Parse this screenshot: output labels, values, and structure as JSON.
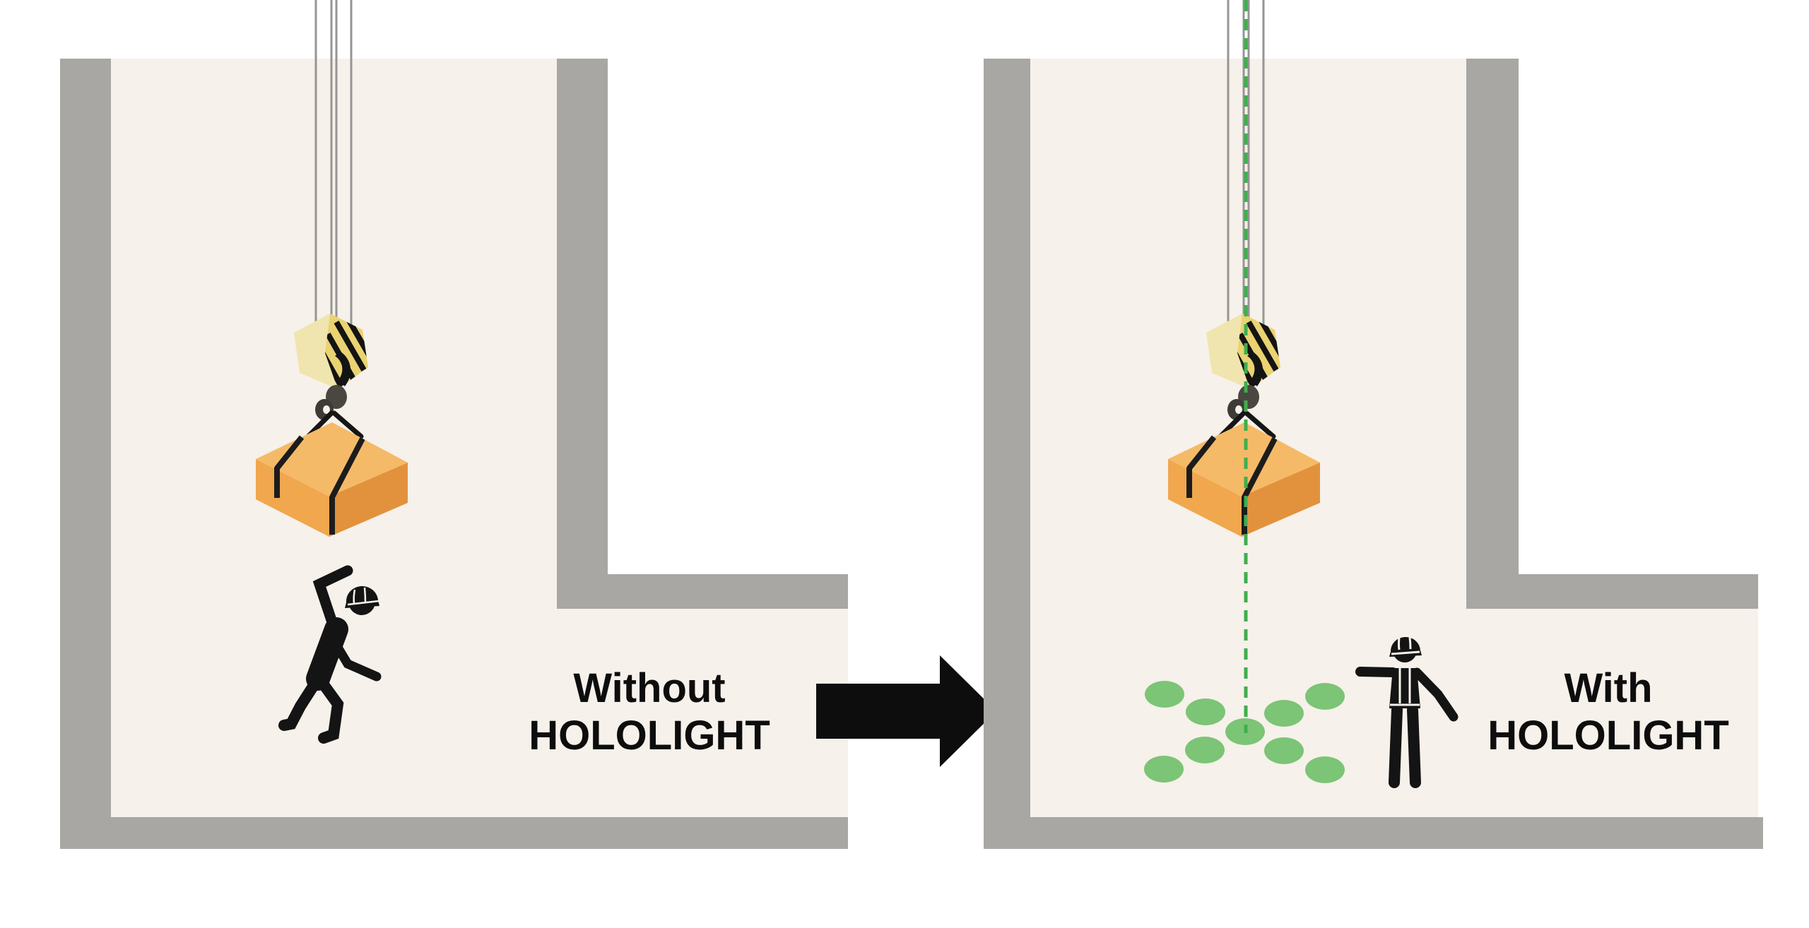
{
  "diagram": {
    "title": "Crane load drop-zone safety comparison",
    "type": "before-after illustration",
    "left": {
      "caption_line1": "Without",
      "caption_line2": "HOLOLIGHT",
      "scene": "worker startled under suspended crane load, no floor projection"
    },
    "right": {
      "caption_line1": "With",
      "caption_line2": "HOLOLIGHT",
      "scene": "worker signaling beside projected drop zone of green dots under load"
    },
    "projection": {
      "dot_count": 9,
      "pattern": "x-shaped cluster of green ellipses with dashed plumb line from load"
    }
  },
  "icons": {
    "crane-hook": "yellow hoist block with black hazard stripes on cables",
    "load-crate": "orange isometric crate with black straps and slings",
    "startled-worker": "black silhouette, hard hat, arm raised, stumbling back",
    "signaling-worker": "black silhouette, hard hat and vest, arm pointing at drop zone",
    "transition-arrow": "solid black arrow pointing right",
    "projection-dots": "green ellipses projected on floor",
    "projection-line": "green dashed vertical laser line"
  },
  "colors": {
    "wall": "#a9a7a4",
    "floor": "#f6f1ea",
    "text": "#0d0d0d",
    "black": "#161616",
    "cable": "#979594",
    "hook-light": "#f0e5ae",
    "hook-dark": "#e9d372",
    "shackle": "#4a4741",
    "crate-top": "#f5ba67",
    "crate-left": "#f0a74e",
    "crate-right": "#e2923d",
    "green-dot": "#7cc476",
    "green-dash": "#3fae4e"
  }
}
